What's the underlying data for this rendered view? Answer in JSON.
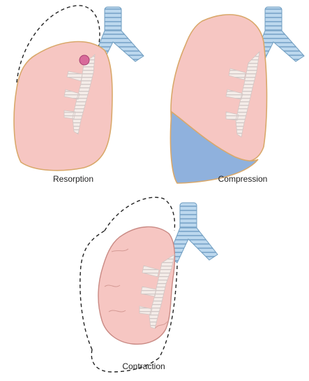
{
  "panels": [
    {
      "label": "Resorption"
    },
    {
      "label": "Compression"
    },
    {
      "label": "Contraction"
    }
  ],
  "colors": {
    "lung_fill": "#f6c6c2",
    "lung_outline": "#d9b27a",
    "bronchus_fill": "#b9d6ec",
    "bronchus_stroke": "#6f9dc0",
    "fluid_fill": "#8fb1dd",
    "obstruction_fill": "#d86a9a",
    "airway_fill": "#f3ebe6",
    "dashed_outline": "#222222"
  }
}
